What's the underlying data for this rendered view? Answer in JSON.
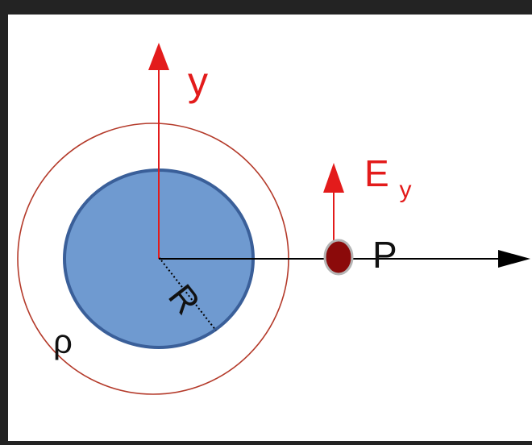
{
  "diagram": {
    "labels": {
      "y_axis": "y",
      "field": "E",
      "field_subscript": "y",
      "point": "P",
      "radius": "R",
      "density": "ρ"
    },
    "colors": {
      "frame": "#232323",
      "background": "#ffffff",
      "sphere_fill": "#6f9ad0",
      "sphere_stroke": "#3a5f99",
      "shell_stroke": "#b43a2a",
      "axis_y": "#e31b1b",
      "axis_x": "#000000",
      "field_arrow": "#e31b1b",
      "label_red": "#e31b1b",
      "point_fill": "#8b0a0a",
      "point_stroke": "#b5b5b5",
      "text_dark": "#111111"
    }
  }
}
